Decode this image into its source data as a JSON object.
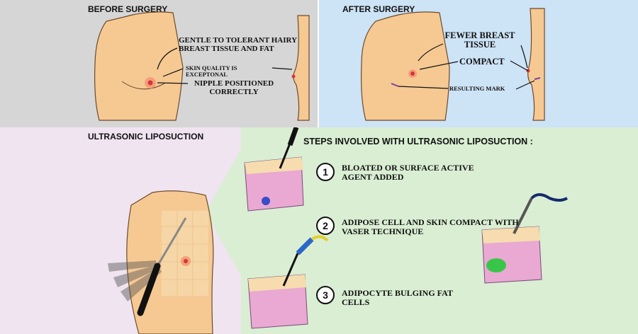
{
  "before": {
    "heading": "BEFORE SURGERY",
    "labels": {
      "tissue": "GENTLE TO TOLERANT HAIRY BREAST TISSUE AND FAT",
      "skin": "SKIN QUALITY IS EXCEPTONAL",
      "nipple": "NIPPLE POSITIONED CORRECTLY"
    }
  },
  "after": {
    "heading": "AFTER SURGERY",
    "labels": {
      "fewer": "FEWER BREAST TISSUE",
      "compact": "COMPACT",
      "mark": "RESULTING MARK"
    }
  },
  "lipo": {
    "heading": "ULTRASONIC LIPOSUCTION",
    "steps_title": "STEPS INVOLVED WITH ULTRASONIC LIPOSUCTION :",
    "steps": [
      {
        "num": "1",
        "text": "BLOATED OR SURFACE ACTIVE AGENT ADDED"
      },
      {
        "num": "2",
        "text": "ADIPOSE CELL AND SKIN COMPACT WITH VASER TECHNIQUE"
      },
      {
        "num": "3",
        "text": "ADIPOCYTE BULGING FAT CELLS"
      }
    ]
  },
  "colors": {
    "skin": "#f6c993",
    "nipple": "#d9343a",
    "before_bg": "#d6d6d6",
    "after_bg": "#cde3f6",
    "lipo_bg": "#f0e4f0",
    "steps_bg": "#d9eed3",
    "tissue_pink": "#e9a9d2",
    "tissue_fat": "#f6dcae"
  }
}
